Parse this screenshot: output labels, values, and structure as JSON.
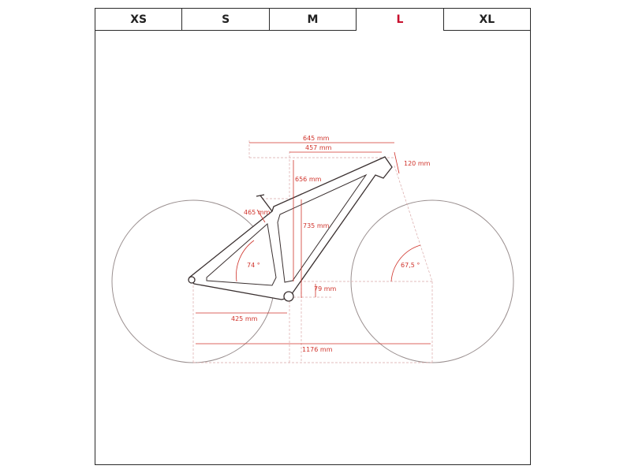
{
  "tabs": [
    {
      "label": "XS",
      "active": false
    },
    {
      "label": "S",
      "active": false
    },
    {
      "label": "M",
      "active": false
    },
    {
      "label": "L",
      "active": true
    },
    {
      "label": "XL",
      "active": false
    }
  ],
  "accent_color": "#c8102e",
  "dimension_color": "#d0342c",
  "dimensions": {
    "reach_total": "645 mm",
    "top_tube": "457 mm",
    "head_tube": "120 mm",
    "stack": "656 mm",
    "seat_tube": "465 mm",
    "seat_height": "735 mm",
    "seat_angle": "74 °",
    "head_angle": "67,5 °",
    "bb_drop": "79 mm",
    "chainstay": "425 mm",
    "wheelbase": "1176 mm"
  }
}
